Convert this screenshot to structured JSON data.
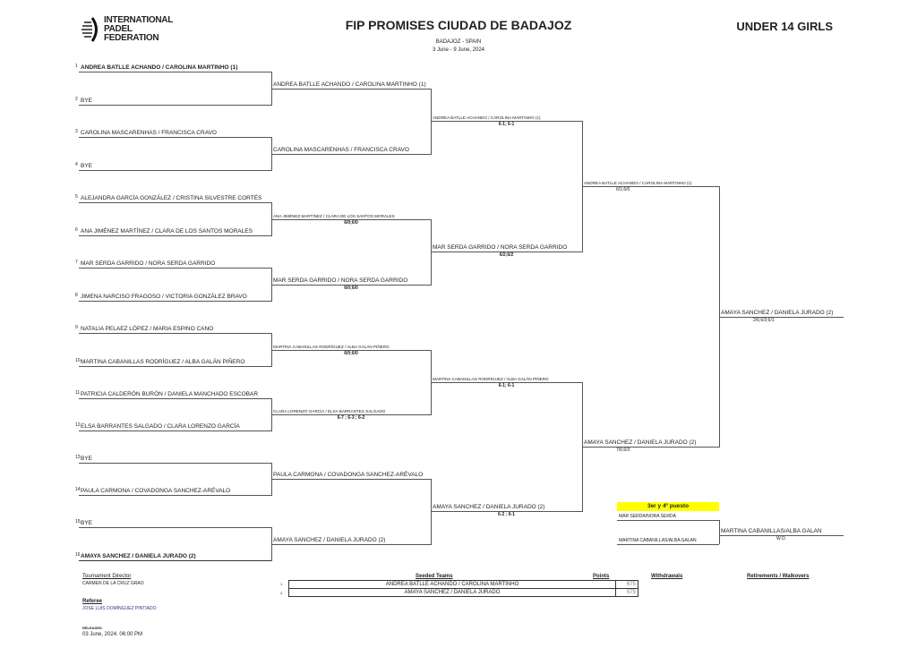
{
  "header": {
    "logo_text": [
      "INTERNATIONAL",
      "PADEL",
      "FEDERATION"
    ],
    "title": "FIP PROMISES CIUDAD DE BADAJOZ",
    "category": "UNDER 14 GIRLS",
    "location": "BADAJOZ - SPAIN",
    "dates": "3 June - 9 June, 2024"
  },
  "rounds": [
    [
      {
        "seed": "1",
        "name": "ANDREA BATLLE ACHANDO / CAROLINA MARTINHO (1)",
        "bold": true
      },
      {
        "seed": "2",
        "name": "BYE"
      },
      {
        "seed": "3",
        "name": "CAROLINA MASCARENHAS / FRANCISCA CRAVO"
      },
      {
        "seed": "4",
        "name": "BYE"
      },
      {
        "seed": "5",
        "name": "ALEJANDRA GARCÍA GONZÁLEZ / CRISTINA SILVESTRE CORTÉS"
      },
      {
        "seed": "6",
        "name": "ANA JIMÉNEZ MARTÍNEZ / CLARA DE LOS SANTOS MORALES"
      },
      {
        "seed": "7",
        "name": "MAR SERDA GARRIDO / NORA SERDA GARRIDO"
      },
      {
        "seed": "8",
        "name": "JIMENA NARCISO FRAGOSO / VICTORIA GONZÁLEZ BRAVO"
      },
      {
        "seed": "9",
        "name": "NATALIA PELAEZ LÓPEZ / MARIA ESPINO CANO"
      },
      {
        "seed": "10",
        "name": "MARTINA CABANILLAS RODRÍGUEZ / ALBA GALÁN PIÑERO"
      },
      {
        "seed": "11",
        "name": "PATRICIA CALDERÓN BURÓN / DANIELA MANCHADO ESCOBAR"
      },
      {
        "seed": "12",
        "name": "ELSA BARRANTES SALGADO / CLARA LORENZO GARCÍA"
      },
      {
        "seed": "13",
        "name": "BYE"
      },
      {
        "seed": "14",
        "name": "PAULA CARMONA / COVADONGA SANCHEZ-ARÉVALO"
      },
      {
        "seed": "15",
        "name": "BYE"
      },
      {
        "seed": "16",
        "name": "AMAYA SANCHEZ / DANIELA JURADO (2)",
        "bold": true
      }
    ],
    [
      {
        "name": "ANDREA BATLLE ACHANDO / CAROLINA MARTINHO (1)"
      },
      {
        "name": "CAROLINA MASCARENHAS / FRANCISCA CRAVO"
      },
      {
        "name": "ANA JIMÉNEZ MARTÍNEZ / CLARA DE LOS SANTOS MORALES",
        "score": "6/0;6/0",
        "small": true
      },
      {
        "name": "MAR SERDA GARRIDO / NORA SERDA GARRIDO",
        "score": "6/0;6/0"
      },
      {
        "name": "MARTINA CABANILLAS RODRÍGUEZ / ALBA GALÁN PIÑERO",
        "score": "6/0;6/0",
        "small": true
      },
      {
        "name": "CLARA LORENZO GARCÍA / ELSA BARRANTES SALGADO",
        "score": "6-7 ; 6-3 ; 6-2",
        "small": true
      },
      {
        "name": "PAULA CARMONA / COVADONGA SANCHEZ-ARÉVALO"
      },
      {
        "name": "AMAYA SANCHEZ / DANIELA JURADO (2)"
      }
    ],
    [
      {
        "name": "ANDREA BATLLE ACHANDO / CAROLINA MARTINHO (1)",
        "score": "6-1; 6-1",
        "small": true
      },
      {
        "name": "MAR SERDA GARRIDO / NORA SERDA GARRIDO",
        "score": "6/2;6/2"
      },
      {
        "name": "MARTINA CABANILLAS RODRÍGUEZ / ALBA GALÁN PIÑERO",
        "score": "6-1; 6-1",
        "small": true
      },
      {
        "name": "AMAYA SANCHEZ / DANIELA JURADO (2)",
        "score": "6-2 ; 6-1"
      }
    ],
    [
      {
        "name": "ANDREA BATLLE ACHANDO / CAROLINA MARTINHO (1)",
        "score": "6/1;6/0",
        "small": true,
        "plain": true
      },
      {
        "name": "AMAYA SANCHEZ / DANIELA JURADO (2)",
        "score": "7/6;6/3",
        "plain": true
      }
    ],
    [
      {
        "name": "AMAYA SANCHEZ / DANIELA JURADO (2)",
        "score": "2/6;6/3;6/1",
        "plain": true
      }
    ]
  ],
  "third_place": {
    "label": "3er y 4º puesto",
    "team_a": "MAR SERDA/NORA SERDA",
    "team_b": "MARTINA CABANILLAS/ALBA GALAN",
    "winner": "MARTINA CABANILLAS/ALBA GALAN",
    "score": "W.O.",
    "highlight": "#ffff00"
  },
  "footer": {
    "director_label": "Tournament Director",
    "director": "CARMEN DE LA CRUZ GRAO",
    "referee_label": "Referee",
    "referee": "JOSE LUIS DOMÍNGUEZ PINTIADO",
    "released_label": "RELEASED",
    "released": "03 June, 2024. 06:00 PM",
    "seeded_label": "Seeded Teams",
    "points_label": "Points",
    "withdrawals_label": "Withdrawals",
    "retirements_label": "Retirements / Walkovers",
    "seeds": [
      {
        "n": "1",
        "team": "ANDREA BATLLE ACHANDO / CAROLINA MARTINHO",
        "points": "675"
      },
      {
        "n": "2",
        "team": "AMAYA SANCHEZ / DANIELA JURADO",
        "points": "575"
      }
    ]
  }
}
